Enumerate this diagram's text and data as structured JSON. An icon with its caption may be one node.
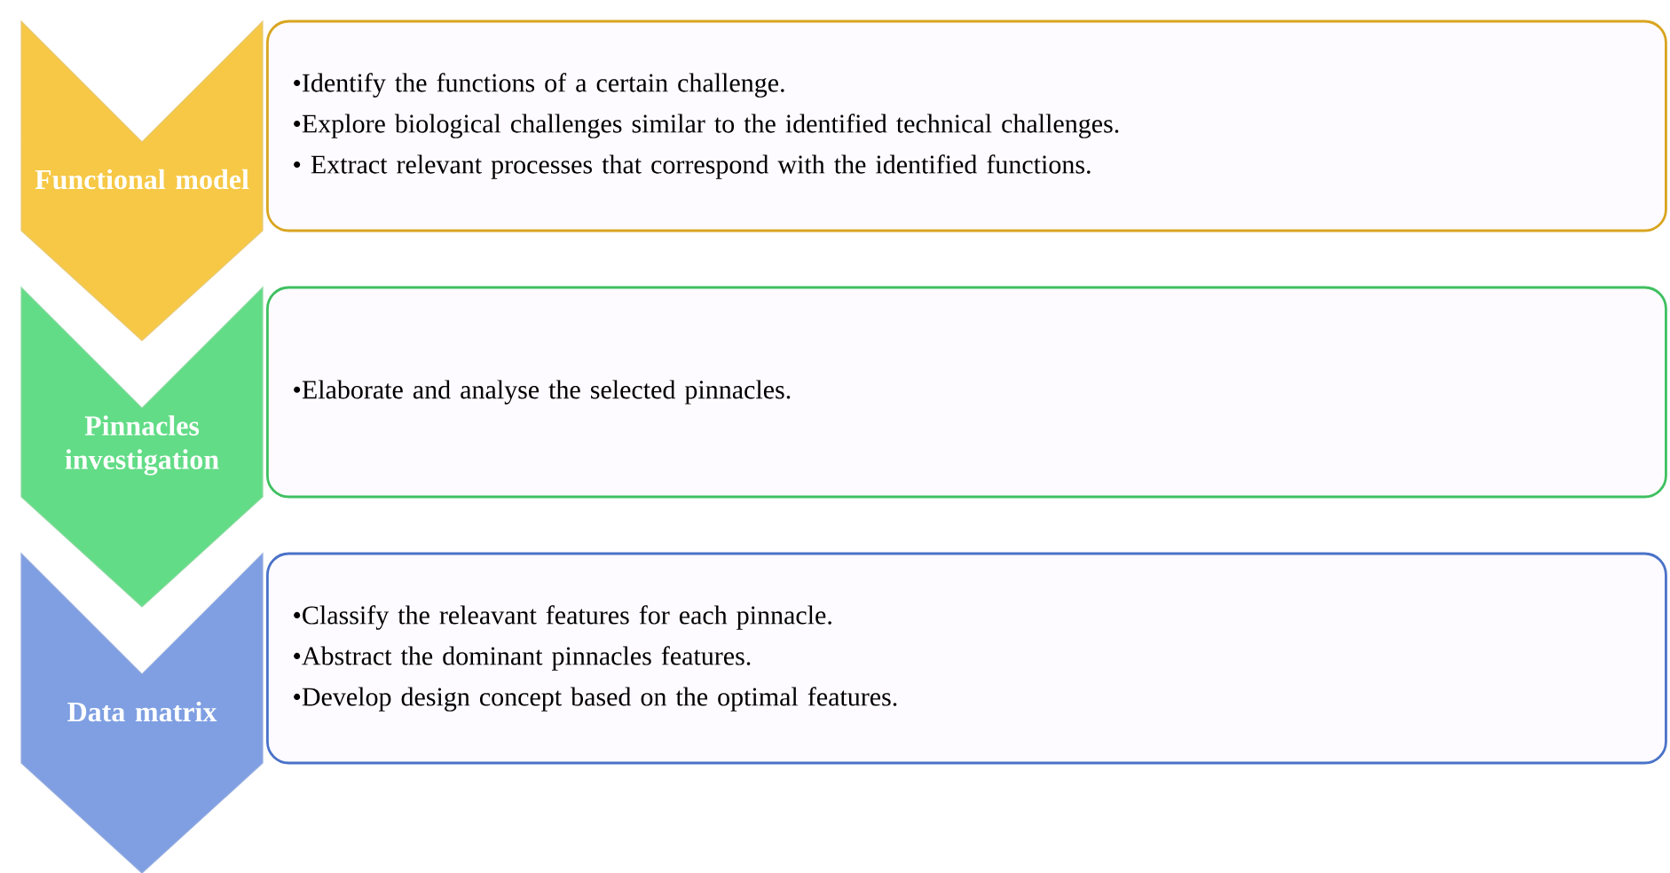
{
  "diagram": {
    "nodes": [
      {
        "text": [
          "Functional model"
        ]
      },
      {
        "text": [
          "•Identify the functions of a certain challenge.",
          "•Explore biological challenges similar to the identified technical challenges.",
          "• Extract relevant processes that correspond with the identified functions."
        ]
      },
      {
        "text": [
          "Pinnacles investigation"
        ]
      },
      {
        "text": [
          "•Elaborate and analyse the selected pinnacles."
        ]
      },
      {
        "text": [
          "Data matrix"
        ]
      },
      {
        "text": [
          "•Classify the releavant features for each pinnacle.",
          "•Abstract the dominant pinnacles features.",
          "•Develop design concept based on the optimal features."
        ]
      }
    ]
  }
}
